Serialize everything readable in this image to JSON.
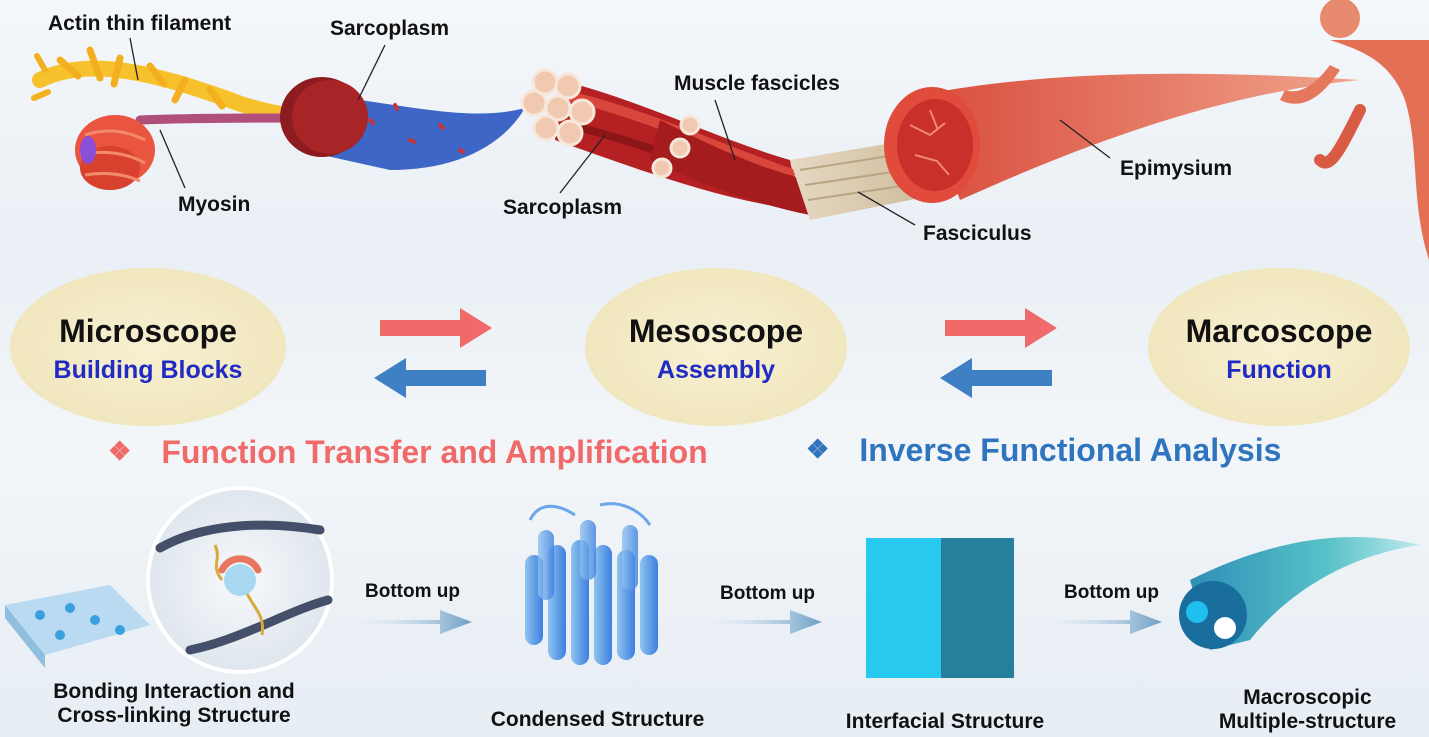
{
  "top_labels": {
    "actin": "Actin thin filament",
    "sarcoplasm_top": "Sarcoplasm",
    "myosin": "Myosin",
    "sarcoplasm_bottom": "Sarcoplasm",
    "muscle_fascicles": "Muscle fascicles",
    "fasciculus": "Fasciculus",
    "epimysium": "Epimysium"
  },
  "scales": [
    {
      "title": "Microscope",
      "subtitle": "Building Blocks"
    },
    {
      "title": "Mesoscope",
      "subtitle": "Assembly"
    },
    {
      "title": "Marcoscope",
      "subtitle": "Function"
    }
  ],
  "legend": {
    "forward": "Function Transfer and Amplification",
    "inverse": "Inverse Functional Analysis",
    "diamond": "❖"
  },
  "bottom": {
    "step_label": "Bottom up",
    "captions": {
      "bonding_line1": "Bonding Interaction and",
      "bonding_line2": "Cross-linking Structure",
      "condensed": "Condensed Structure",
      "interfacial": "Interfacial Structure",
      "macro_line1": "Macroscopic",
      "macro_line2": "Multiple-structure"
    }
  },
  "colors": {
    "forward": "#f06a6a",
    "inverse": "#3f7fc4",
    "subtitle": "#1f2bc4",
    "interfacial_left": "#27c9ee",
    "interfacial_right": "#267f9d"
  }
}
